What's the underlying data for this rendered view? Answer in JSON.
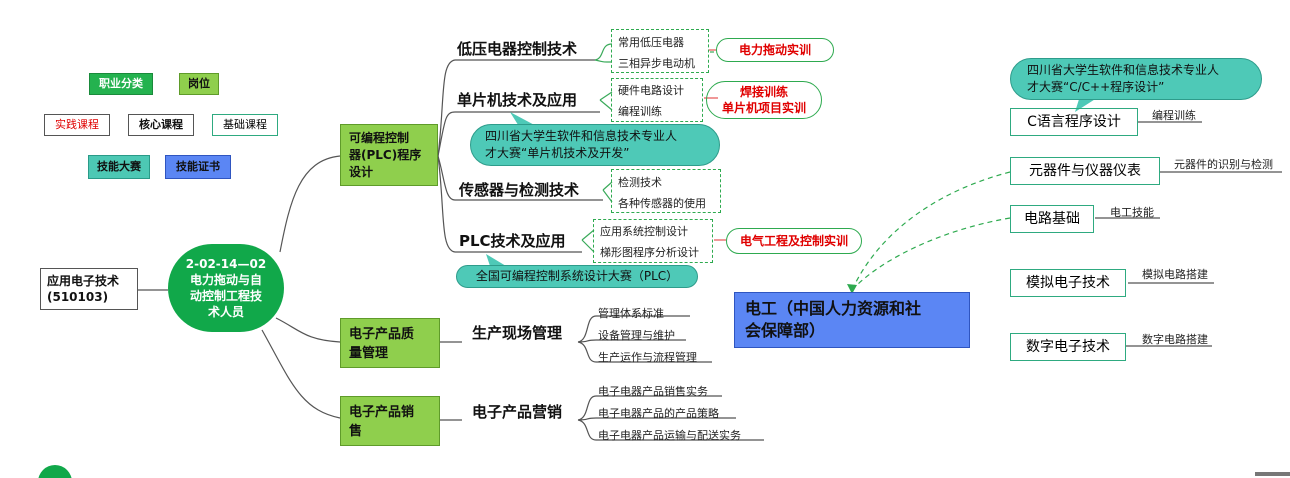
{
  "legend": {
    "career_category": "职业分类",
    "post": "岗位",
    "practice_course": "实践课程",
    "core_course": "核心课程",
    "basic_course": "基础课程",
    "skill_competition": "技能大赛",
    "skill_certificate": "技能证书"
  },
  "root": {
    "line1": "应用电子技术",
    "line2": "(510103)"
  },
  "career": {
    "line1": "2-02-14—02",
    "line2": "电力拖动与自",
    "line3": "动控制工程技",
    "line4": "术人员"
  },
  "posts": {
    "plc": {
      "line1": "可编程控制",
      "line2": "器(PLC)程序",
      "line3": "设计"
    },
    "quality": {
      "line1": "电子产品质",
      "line2": "量管理"
    },
    "sales": {
      "line1": "电子产品销",
      "line2": "售"
    }
  },
  "courses": {
    "lv": {
      "title": "低压电器控制技术",
      "items": [
        "常用低压电器",
        "三相异步电动机"
      ],
      "practice": "电力拖动实训"
    },
    "mcu": {
      "title": "单片机技术及应用",
      "items": [
        "硬件电路设计",
        "编程训练"
      ],
      "practice_line1": "焊接训练",
      "practice_line2": "单片机项目实训",
      "competition_line1": "四川省大学生软件和信息技术专业人",
      "competition_line2": "才大赛“单片机技术及开发”"
    },
    "sensor": {
      "title": "传感器与检测技术",
      "items": [
        "检测技术",
        "各种传感器的使用"
      ]
    },
    "plc": {
      "title": "PLC技术及应用",
      "items": [
        "应用系统控制设计",
        "梯形图程序分析设计"
      ],
      "practice": "电气工程及控制实训",
      "competition": "全国可编程控制系统设计大赛（PLC）"
    },
    "mfg": {
      "title": "生产现场管理",
      "items": [
        "管理体系标准",
        "设备管理与维护",
        "生产运作与流程管理"
      ]
    },
    "mkt": {
      "title": "电子产品营销",
      "items": [
        "电子电器产品销售实务",
        "电子电器产品的产品策略",
        "电子电器产品运输与配送实务"
      ]
    }
  },
  "certificate": {
    "line1": "电工（中国人力资源和社",
    "line2": "会保障部）"
  },
  "basic": {
    "c": {
      "title": "C语言程序设计",
      "note": "编程训练",
      "competition_line1": "四川省大学生软件和信息技术专业人",
      "competition_line2": "才大赛“C/C++程序设计”"
    },
    "instrument": {
      "title": "元器件与仪器仪表",
      "note": "元器件的识别与检测"
    },
    "circuit": {
      "title": "电路基础",
      "note": "电工技能"
    },
    "analog": {
      "title": "模拟电子技术",
      "note": "模拟电路搭建"
    },
    "digital": {
      "title": "数字电子技术",
      "note": "数字电路搭建"
    }
  },
  "colors": {
    "green": "#8fcf4d",
    "teal": "#4ec9b7",
    "blue": "#5b86f4",
    "career_green": "#11a84a",
    "red": "#e00000"
  }
}
